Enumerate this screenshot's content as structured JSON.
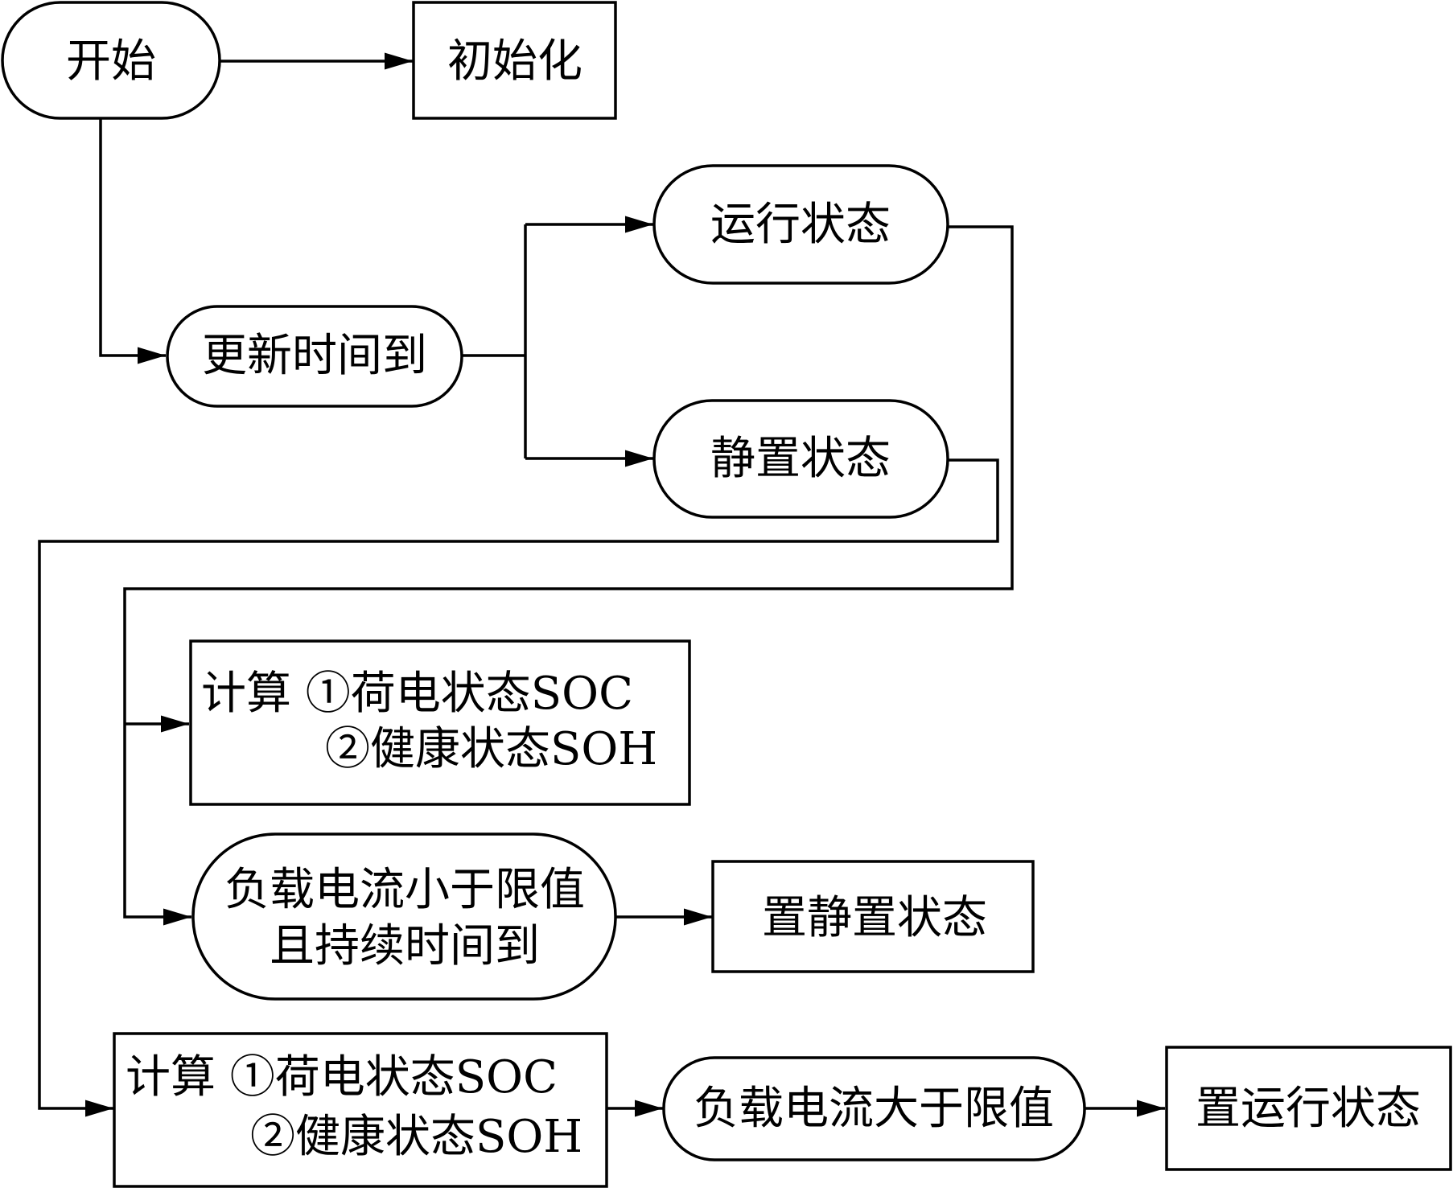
{
  "nodes": {
    "start": "开始",
    "init": "初始化",
    "update_time": "更新时间到",
    "running_state": "运行状态",
    "rest_state": "静置状态",
    "calc1_line1": "计算  ①荷电状态SOC",
    "calc1_line2": "②健康状态SOH",
    "cond_small_line1": "负载电流小于限值",
    "cond_small_line2": "且持续时间到",
    "set_rest": "置静置状态",
    "calc2_line1": "计算  ①荷电状态SOC",
    "calc2_line2": "②健康状态SOH",
    "cond_large": "负载电流大于限值",
    "set_running": "置运行状态"
  }
}
